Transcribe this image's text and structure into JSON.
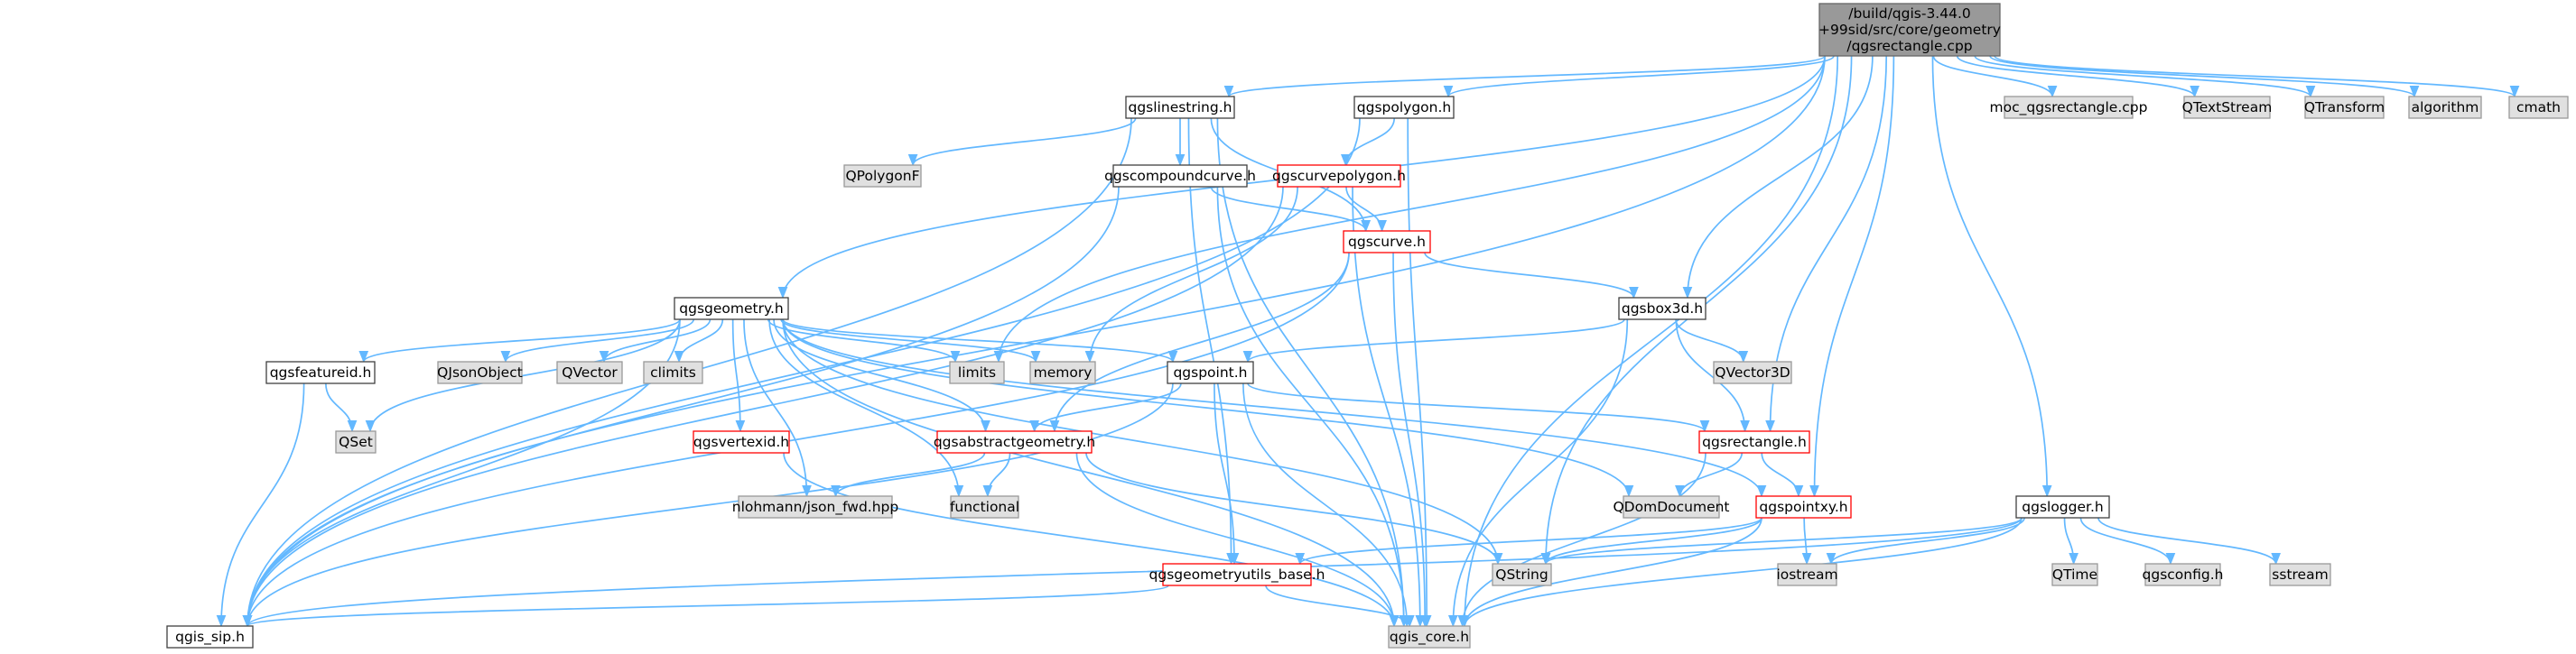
{
  "diagram": {
    "colors": {
      "root_fill": "#999999",
      "root_stroke": "#666666",
      "normal_fill": "#ffffff",
      "normal_stroke": "#404040",
      "red_stroke": "#ff0000",
      "external_fill": "#e0e0e0",
      "external_stroke": "#999999",
      "edge_blue": "#63b8ff",
      "edge_dark": "#404040"
    },
    "nodes": [
      {
        "id": "root",
        "label": [
          "/build/qgis-3.44.0",
          "+99sid/src/core/geometry",
          "/qgsrectangle.cpp"
        ],
        "style": "root"
      },
      {
        "id": "linestring",
        "label": [
          "qgslinestring.h"
        ],
        "style": "normal"
      },
      {
        "id": "polygon",
        "label": [
          "qgspolygon.h"
        ],
        "style": "normal"
      },
      {
        "id": "moc",
        "label": [
          "moc_qgsrectangle.cpp"
        ],
        "style": "external"
      },
      {
        "id": "qtextstream",
        "label": [
          "QTextStream"
        ],
        "style": "external"
      },
      {
        "id": "qtransform",
        "label": [
          "QTransform"
        ],
        "style": "external"
      },
      {
        "id": "algorithm",
        "label": [
          "algorithm"
        ],
        "style": "external"
      },
      {
        "id": "cmath",
        "label": [
          "cmath"
        ],
        "style": "external"
      },
      {
        "id": "qpolygonf",
        "label": [
          "QPolygonF"
        ],
        "style": "external"
      },
      {
        "id": "compoundcurve",
        "label": [
          "qgscompoundcurve.h"
        ],
        "style": "normal"
      },
      {
        "id": "curvepolygon",
        "label": [
          "qgscurvepolygon.h"
        ],
        "style": "red"
      },
      {
        "id": "curve",
        "label": [
          "qgscurve.h"
        ],
        "style": "red"
      },
      {
        "id": "geometry",
        "label": [
          "qgsgeometry.h"
        ],
        "style": "normal"
      },
      {
        "id": "box3d",
        "label": [
          "qgsbox3d.h"
        ],
        "style": "normal"
      },
      {
        "id": "featureid",
        "label": [
          "qgsfeatureid.h"
        ],
        "style": "normal"
      },
      {
        "id": "qjsonobject",
        "label": [
          "QJsonObject"
        ],
        "style": "external"
      },
      {
        "id": "qvector",
        "label": [
          "QVector"
        ],
        "style": "external"
      },
      {
        "id": "climits",
        "label": [
          "climits"
        ],
        "style": "external"
      },
      {
        "id": "limits",
        "label": [
          "limits"
        ],
        "style": "external"
      },
      {
        "id": "memory",
        "label": [
          "memory"
        ],
        "style": "external"
      },
      {
        "id": "point",
        "label": [
          "qgspoint.h"
        ],
        "style": "normal"
      },
      {
        "id": "qvector3d",
        "label": [
          "QVector3D"
        ],
        "style": "external"
      },
      {
        "id": "qset",
        "label": [
          "QSet"
        ],
        "style": "external"
      },
      {
        "id": "vertexid",
        "label": [
          "qgsvertexid.h"
        ],
        "style": "red"
      },
      {
        "id": "abstractgeometry",
        "label": [
          "qgsabstractgeometry.h"
        ],
        "style": "red"
      },
      {
        "id": "rectangle",
        "label": [
          "qgsrectangle.h"
        ],
        "style": "red"
      },
      {
        "id": "nlohmann",
        "label": [
          "nlohmann/json_fwd.hpp"
        ],
        "style": "external"
      },
      {
        "id": "functional",
        "label": [
          "functional"
        ],
        "style": "external"
      },
      {
        "id": "qdomdocument",
        "label": [
          "QDomDocument"
        ],
        "style": "external"
      },
      {
        "id": "pointxy",
        "label": [
          "qgspointxy.h"
        ],
        "style": "red"
      },
      {
        "id": "logger",
        "label": [
          "qgslogger.h"
        ],
        "style": "normal"
      },
      {
        "id": "qstring",
        "label": [
          "QString"
        ],
        "style": "external"
      },
      {
        "id": "iostream",
        "label": [
          "iostream"
        ],
        "style": "external"
      },
      {
        "id": "qtime",
        "label": [
          "QTime"
        ],
        "style": "external"
      },
      {
        "id": "qgsconfig",
        "label": [
          "qgsconfig.h"
        ],
        "style": "external"
      },
      {
        "id": "sstream",
        "label": [
          "sstream"
        ],
        "style": "external"
      },
      {
        "id": "geometryutils",
        "label": [
          "qgsgeometryutils_base.h"
        ],
        "style": "red"
      },
      {
        "id": "qgis_sip",
        "label": [
          "qgis_sip.h"
        ],
        "style": "normal"
      },
      {
        "id": "qgis_core",
        "label": [
          "qgis_core.h"
        ],
        "style": "external"
      }
    ],
    "edges": [
      [
        "root",
        "linestring"
      ],
      [
        "root",
        "polygon"
      ],
      [
        "root",
        "moc"
      ],
      [
        "root",
        "qtextstream"
      ],
      [
        "root",
        "qtransform"
      ],
      [
        "root",
        "algorithm"
      ],
      [
        "root",
        "cmath"
      ],
      [
        "root",
        "geometry"
      ],
      [
        "root",
        "box3d"
      ],
      [
        "root",
        "rectangle"
      ],
      [
        "root",
        "pointxy"
      ],
      [
        "root",
        "logger"
      ],
      [
        "root",
        "qstring"
      ],
      [
        "root",
        "limits"
      ],
      [
        "root",
        "qgis_core"
      ],
      [
        "root",
        "qgis_sip"
      ],
      [
        "linestring",
        "qpolygonf"
      ],
      [
        "linestring",
        "compoundcurve"
      ],
      [
        "linestring",
        "curve"
      ],
      [
        "linestring",
        "qgis_sip"
      ],
      [
        "linestring",
        "qgis_core"
      ],
      [
        "linestring",
        "geometryutils"
      ],
      [
        "polygon",
        "curvepolygon"
      ],
      [
        "polygon",
        "qgis_sip"
      ],
      [
        "polygon",
        "qgis_core"
      ],
      [
        "compoundcurve",
        "curve"
      ],
      [
        "compoundcurve",
        "qgis_sip"
      ],
      [
        "compoundcurve",
        "qgis_core"
      ],
      [
        "curvepolygon",
        "curve"
      ],
      [
        "curvepolygon",
        "memory"
      ],
      [
        "curvepolygon",
        "qgis_sip"
      ],
      [
        "curvepolygon",
        "qgis_core"
      ],
      [
        "curve",
        "box3d"
      ],
      [
        "curve",
        "abstractgeometry"
      ],
      [
        "curve",
        "qgis_core"
      ],
      [
        "curve",
        "qgis_sip"
      ],
      [
        "box3d",
        "point"
      ],
      [
        "box3d",
        "qvector3d"
      ],
      [
        "box3d",
        "rectangle"
      ],
      [
        "box3d",
        "qgis_core"
      ],
      [
        "geometry",
        "featureid"
      ],
      [
        "geometry",
        "qjsonobject"
      ],
      [
        "geometry",
        "qvector"
      ],
      [
        "geometry",
        "climits"
      ],
      [
        "geometry",
        "limits"
      ],
      [
        "geometry",
        "memory"
      ],
      [
        "geometry",
        "point"
      ],
      [
        "geometry",
        "qset"
      ],
      [
        "geometry",
        "vertexid"
      ],
      [
        "geometry",
        "abstractgeometry"
      ],
      [
        "geometry",
        "nlohmann"
      ],
      [
        "geometry",
        "functional"
      ],
      [
        "geometry",
        "qdomdocument"
      ],
      [
        "geometry",
        "pointxy"
      ],
      [
        "geometry",
        "qstring"
      ],
      [
        "geometry",
        "qgis_sip"
      ],
      [
        "geometry",
        "qgis_core"
      ],
      [
        "featureid",
        "qset"
      ],
      [
        "featureid",
        "qgis_sip"
      ],
      [
        "point",
        "abstractgeometry"
      ],
      [
        "point",
        "rectangle"
      ],
      [
        "point",
        "geometryutils"
      ],
      [
        "point",
        "qgis_sip"
      ],
      [
        "point",
        "qgis_core"
      ],
      [
        "vertexid",
        "qgis_core"
      ],
      [
        "abstractgeometry",
        "nlohmann"
      ],
      [
        "abstractgeometry",
        "functional"
      ],
      [
        "abstractgeometry",
        "qstring"
      ],
      [
        "abstractgeometry",
        "qgis_core"
      ],
      [
        "rectangle",
        "qdomdocument"
      ],
      [
        "rectangle",
        "pointxy"
      ],
      [
        "rectangle",
        "qgis_core"
      ],
      [
        "pointxy",
        "geometryutils"
      ],
      [
        "pointxy",
        "qstring"
      ],
      [
        "pointxy",
        "iostream"
      ],
      [
        "pointxy",
        "qgis_core"
      ],
      [
        "logger",
        "qstring"
      ],
      [
        "logger",
        "iostream"
      ],
      [
        "logger",
        "qtime"
      ],
      [
        "logger",
        "qgsconfig"
      ],
      [
        "logger",
        "sstream"
      ],
      [
        "logger",
        "qgis_core"
      ],
      [
        "logger",
        "qgis_sip"
      ],
      [
        "geometryutils",
        "qgis_sip"
      ],
      [
        "geometryutils",
        "qgis_core"
      ]
    ]
  }
}
